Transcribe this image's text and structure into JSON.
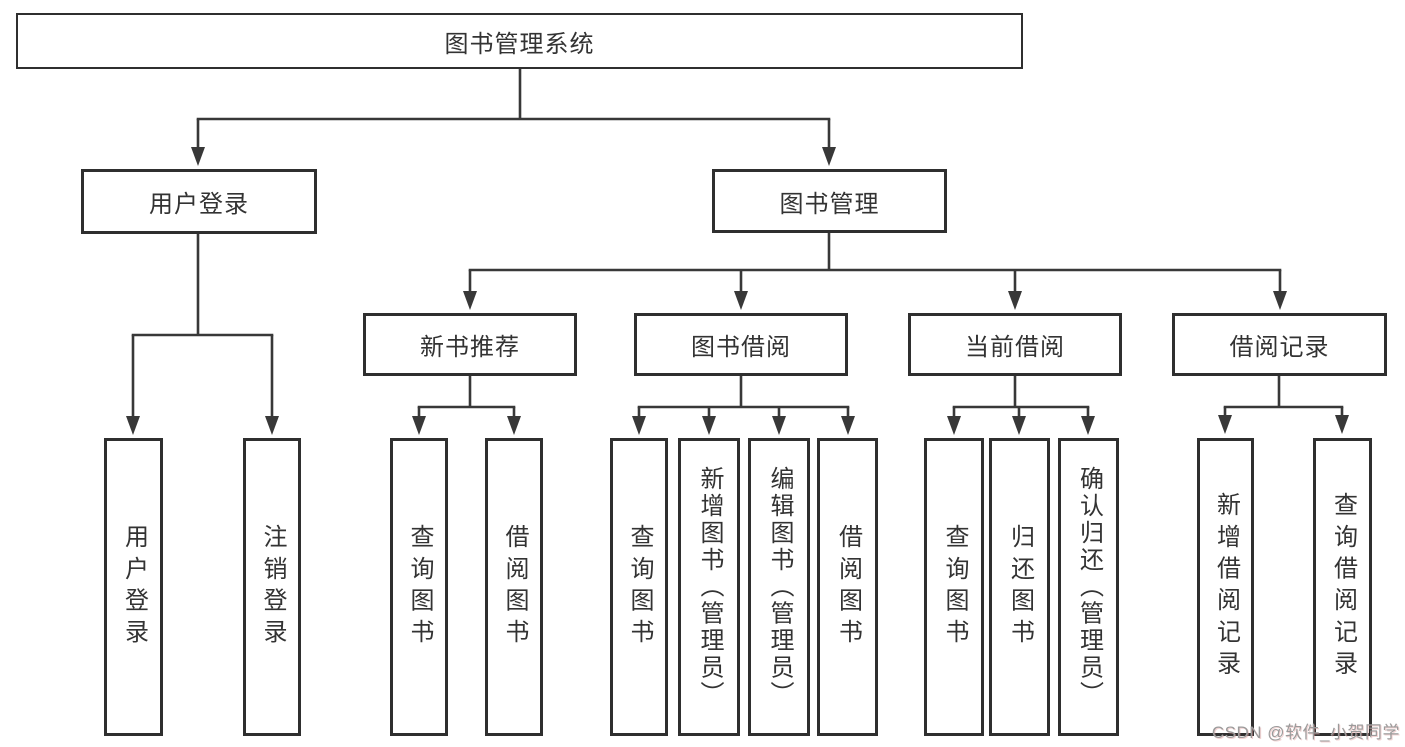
{
  "watermark": "CSDN @软件_小贺同学",
  "colors": {
    "line": "#383838",
    "border": "#2f2f2f",
    "text": "#333333",
    "background": "#ffffff",
    "watermark": "#9b9b9b"
  },
  "tree": {
    "label": "图书管理系统",
    "children": [
      {
        "label": "用户登录",
        "children": [
          {
            "label": "用户登录"
          },
          {
            "label": "注销登录"
          }
        ]
      },
      {
        "label": "图书管理",
        "children": [
          {
            "label": "新书推荐",
            "children": [
              {
                "label": "查询图书"
              },
              {
                "label": "借阅图书"
              }
            ]
          },
          {
            "label": "图书借阅",
            "children": [
              {
                "label": "查询图书"
              },
              {
                "label": "新增图书（管理员）"
              },
              {
                "label": "编辑图书（管理员）"
              },
              {
                "label": "借阅图书"
              }
            ]
          },
          {
            "label": "当前借阅",
            "children": [
              {
                "label": "查询图书"
              },
              {
                "label": "归还图书"
              },
              {
                "label": "确认归还（管理员）"
              }
            ]
          },
          {
            "label": "借阅记录",
            "children": [
              {
                "label": "新增借阅记录"
              },
              {
                "label": "查询借阅记录"
              }
            ]
          }
        ]
      }
    ]
  }
}
